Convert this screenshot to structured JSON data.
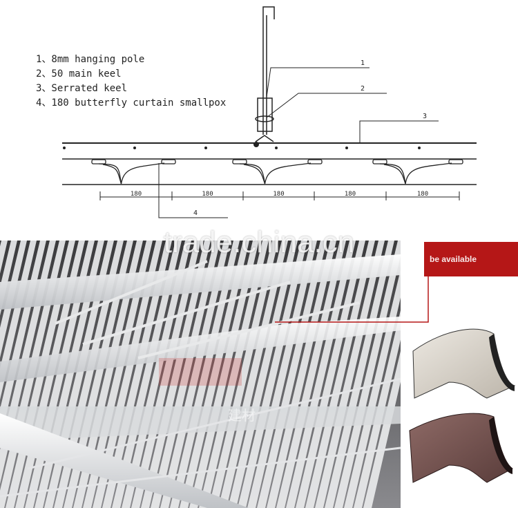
{
  "legend": {
    "items": [
      "1、8mm hanging pole",
      "2、50 main keel",
      "3、Serrated keel",
      "4、180 butterfly curtain smallpox"
    ]
  },
  "callouts": [
    "1",
    "2",
    "3",
    "4"
  ],
  "dimensions": [
    "180",
    "180",
    "180",
    "180",
    "180"
  ],
  "watermark": "trade.china.cn",
  "banner": {
    "text": "be available",
    "color": "#b51717"
  },
  "photo_caption_cjk": "建材",
  "colors": {
    "line": "#222222",
    "accent": "#b51717",
    "panel_light": "#d9d4cc",
    "panel_dark": "#6b4b48"
  }
}
